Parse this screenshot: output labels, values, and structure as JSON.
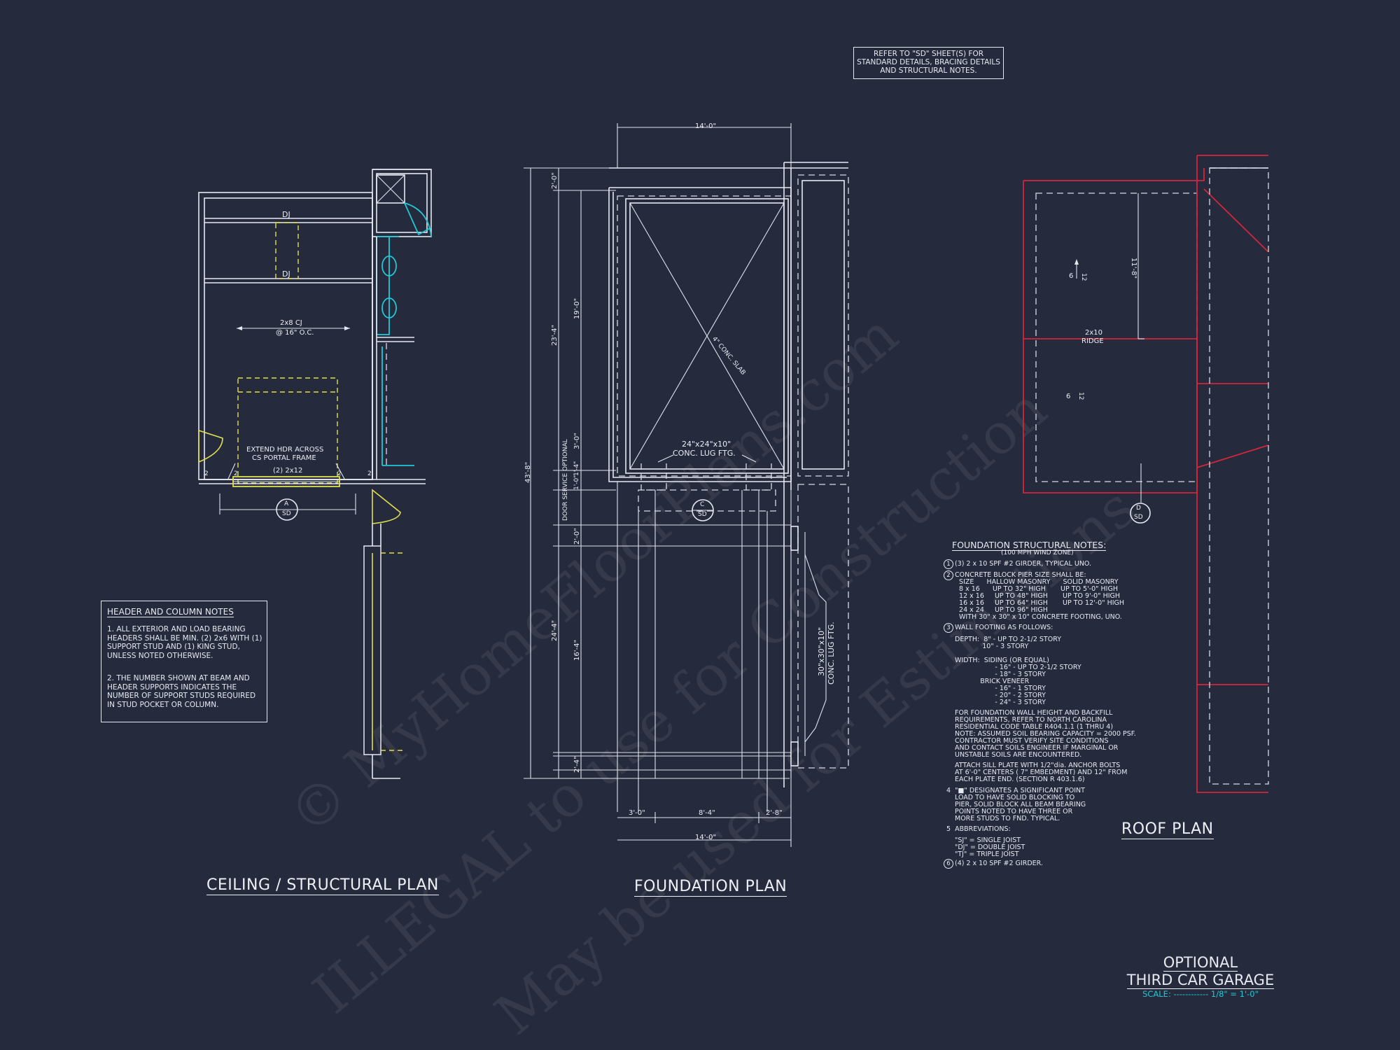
{
  "titles": {
    "ceiling": "CEILING / STRUCTURAL PLAN",
    "foundation": "FOUNDATION PLAN",
    "roof": "ROOF PLAN",
    "optional_line1": "OPTIONAL",
    "optional_line2": "THIRD CAR GARAGE",
    "scale": "SCALE: ------------ 1/8\" = 1'-0\""
  },
  "sd_note": "REFER TO \"SD\" SHEET(S) FOR STANDARD DETAILS, BRACING DETAILS AND STRUCTURAL NOTES.",
  "header_notes": {
    "title": "HEADER AND COLUMN NOTES",
    "note1": "1. ALL EXTERIOR AND LOAD BEARING HEADERS SHALL BE MIN. (2) 2x6 WITH (1) SUPPORT STUD AND (1) KING STUD, UNLESS NOTED OTHERWISE.",
    "note2": "2. THE NUMBER SHOWN AT BEAM AND HEADER SUPPORTS INDICATES THE NUMBER OF SUPPORT STUDS REQUIRED IN STUD POCKET OR COLUMN."
  },
  "ceiling_labels": {
    "dj_top": "DJ",
    "dj_bottom": "DJ",
    "cj_line1": "2x8 CJ",
    "cj_line2": "@ 16\" O.C.",
    "hdr_line1": "EXTEND HDR ACROSS",
    "hdr_line2": "CS PORTAL FRAME",
    "header_size": "(2) 2x12",
    "stud_left": "2",
    "stud_mid_left": "2",
    "stud_mid_right": "2",
    "stud_right": "2",
    "bubble_top": "A",
    "bubble_bottom": "SD"
  },
  "foundation_labels": {
    "top_dim": "14'-0\"",
    "bottom_dim": "14'-0\"",
    "dim_3_0": "3'-0\"",
    "dim_8_4": "8'-4\"",
    "dim_2_8": "2'-8\"",
    "overall_vert": "43'-8\"",
    "vert_23_4": "23'-4\"",
    "vert_24_4": "24'-4\"",
    "vert_2_0a": "2'-0\"",
    "vert_19_0": "19'-0\"",
    "vert_3_0": "3'-0\"",
    "vert_1_4": "1'-4\"",
    "vert_1_0": "1'-0\"",
    "vert_2_0b": "2'-0\"",
    "vert_16_4": "16'-4\"",
    "vert_2_4": "2'-4\"",
    "slab": "4\" CONC. SLAB",
    "lug1": "24\"x24\"x10\"",
    "lug2": "CONC. LUG FTG.",
    "lug3": "30\"x30\"x10\"",
    "lug4": "CONC. LUG FTG.",
    "door_note": "DOOR SERVICE OPTIONAL",
    "bubble_top": "C",
    "bubble_bottom": "SD"
  },
  "roof_labels": {
    "ridge1": "2x10",
    "ridge2": "RIDGE",
    "dim": "11'-8\"",
    "pitch1": "6",
    "pitch1b": "12",
    "pitch2": "6",
    "pitch2b": "12",
    "bubble_top": "D",
    "bubble_bottom": "SD"
  },
  "foundation_notes": {
    "title": "FOUNDATION STRUCTURAL NOTES:",
    "subtitle": "(100 MPH WIND ZONE)",
    "lines": [
      "(3) 2 x 10 SPF #2 GIRDER, TYPICAL UNO.",
      "CONCRETE BLOCK PIER SIZE SHALL BE:",
      "  SIZE      HALLOW MASONRY      SOLID MASONRY",
      "  8 x 16      UP TO 32\" HIGH       UP TO 5'-0\" HIGH",
      "  12 x 16     UP TO 48\" HIGH       UP TO 9'-0\" HIGH",
      "  16 x 16     UP TO 64\" HIGH       UP TO 12'-0\" HIGH",
      "  24 x 24     UP TO 96\" HIGH",
      "  WITH 30\" x 30\" x 10\" CONCRETE FOOTING, UNO.",
      "WALL FOOTING AS FOLLOWS:",
      "DEPTH:  8\" - UP TO 2-1/2 STORY",
      "             10\" - 3 STORY",
      "WIDTH:  SIDING (OR EQUAL)",
      "                   - 16\" - UP TO 2-1/2 STORY",
      "                   - 18\" - 3 STORY",
      "            BRICK VENEER",
      "                   - 16\" - 1 STORY",
      "                   - 20\" - 2 STORY",
      "                   - 24\" - 3 STORY",
      "FOR FOUNDATION WALL HEIGHT AND BACKFILL",
      "REQUIREMENTS, REFER TO NORTH CAROLINA",
      "RESIDENTIAL CODE TABLE R404.1.1 (1 THRU 4)",
      "NOTE: ASSUMED SOIL BEARING CAPACITY = 2000 PSF.",
      "CONTRACTOR MUST VERIFY SITE CONDITIONS",
      "AND CONTACT SOILS ENGINEER IF MARGINAL OR",
      "UNSTABLE SOILS ARE ENCOUNTERED.",
      "ATTACH SILL PLATE WITH 1/2\"dia. ANCHOR BOLTS",
      "AT 6'-0\" CENTERS ( 7\" EMBEDMENT) AND 12\" FROM",
      "EACH PLATE END. (SECTION R 403.1.6)",
      "4  \"■\" DESIGNATES A SIGNIFICANT POINT",
      "LOAD TO HAVE SOLID BLOCKING TO",
      "PIER, SOLID BLOCK ALL BEAM BEARING",
      "POINTS NOTED TO HAVE THREE OR",
      "MORE STUDS TO FND. TYPICAL.",
      "5  ABBREVIATIONS:",
      "\"SJ\" = SINGLE JOIST",
      "\"DJ\" = DOUBLE JOIST",
      "\"TJ\" = TRIPLE JOIST",
      "(4) 2 x 10 SPF #2 GIRDER."
    ],
    "markers": [
      "1",
      "2",
      "3",
      "6"
    ]
  },
  "watermark": {
    "line1": "© MyHomeFloorPlans.com",
    "line2": "ILLEGAL to use for Construction",
    "line3": "May be used for Estimations"
  },
  "colors": {
    "background": "#252a3c",
    "linework": "#e6e8f0",
    "accent_cyan": "#22c8d6",
    "accent_yellow": "#e0e050",
    "roof_red": "#d2263c"
  }
}
